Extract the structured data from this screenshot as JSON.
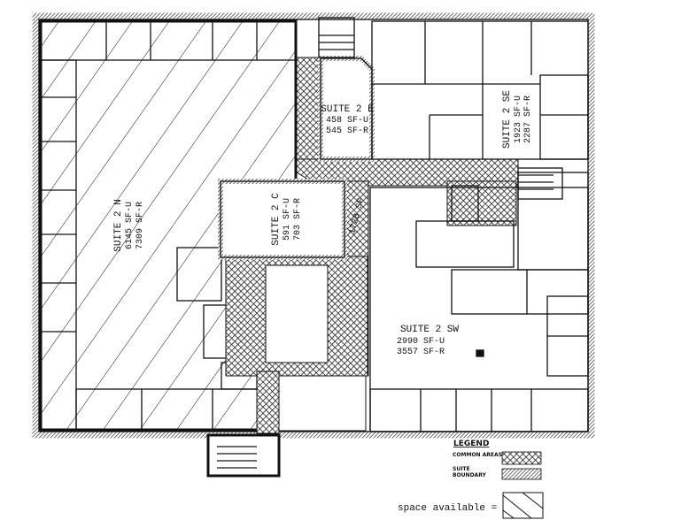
{
  "suites": {
    "n": {
      "name": "SUITE 2 N",
      "usable": "6145 SF-U",
      "rentable": "7309 SF-R",
      "available": true
    },
    "e": {
      "name": "SUITE 2 E",
      "usable": "458 SF-U",
      "rentable": "545 SF-R"
    },
    "se": {
      "name": "SUITE 2 SE",
      "usable": "1923 SF-U",
      "rentable": "2287 SF-R"
    },
    "c": {
      "name": "SUITE 2 C",
      "usable": "591 SF-U",
      "rentable": "703 SF-R"
    },
    "sw": {
      "name": "SUITE 2 SW",
      "usable": "2990 SF-U",
      "rentable": "3557 SF-R"
    }
  },
  "corridor": {
    "area": "1728 SF"
  },
  "legend": {
    "title": "LEGEND",
    "common_areas": "COMMON AREAS",
    "suite_boundary_1": "SUITE",
    "suite_boundary_2": "BOUNDARY",
    "space_available": "space available ="
  },
  "colors": {
    "ink": "#111111",
    "paper": "#ffffff"
  }
}
